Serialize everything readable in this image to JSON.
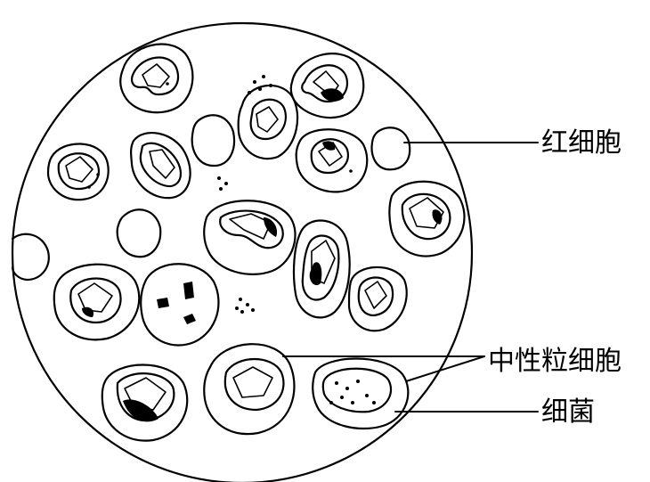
{
  "labels": {
    "red_blood_cell": "红细胞",
    "neutrophil": "中性粒细胞",
    "bacteria": "细菌"
  }
}
